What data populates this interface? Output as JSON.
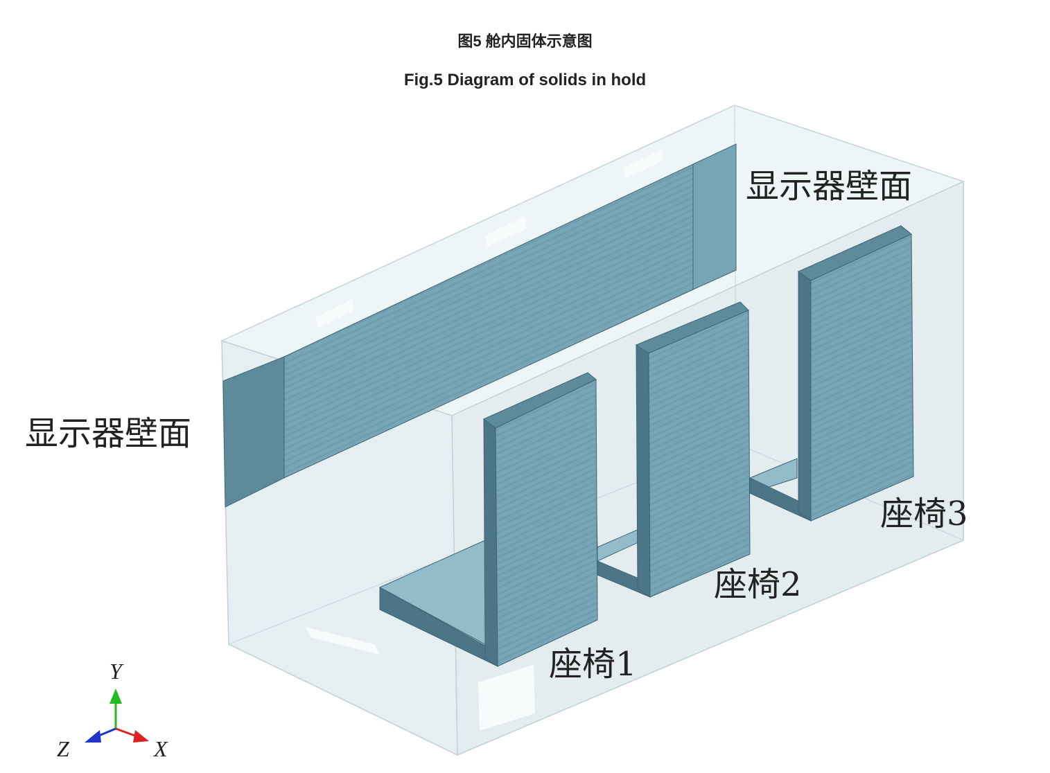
{
  "figure": {
    "caption_cn": "图5 舱内固体示意图",
    "caption_en": "Fig.5 Diagram of solids in hold"
  },
  "labels": {
    "display_wall_left": "显示器壁面",
    "display_wall_right": "显示器壁面",
    "seat_1": "座椅1",
    "seat_2": "座椅2",
    "seat_3": "座椅3"
  },
  "axes": {
    "y": "Y",
    "x": "X",
    "z": "Z"
  },
  "colors": {
    "solid_front": "#78a5b5",
    "solid_side": "#4c7686",
    "solid_top": "#93bcca",
    "box_fill": "#e3eeef",
    "box_edge": "#c3d2d5",
    "axis_x": "#dd2222",
    "axis_y": "#22bb22",
    "axis_z": "#2233cc"
  }
}
